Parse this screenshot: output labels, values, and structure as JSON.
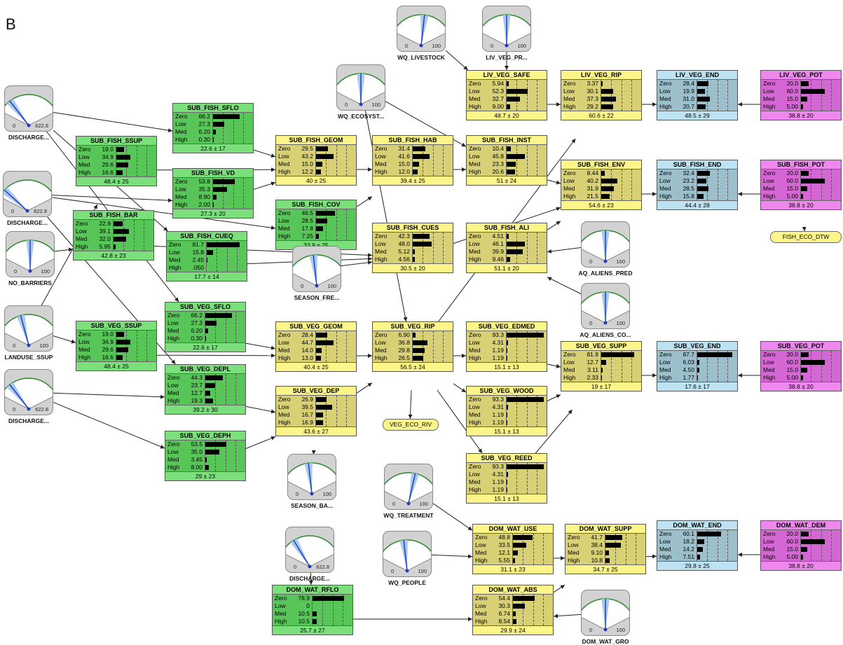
{
  "panel_letter": "B",
  "nodes": [
    {
      "id": "SUB_FISH_SSUP",
      "title": "SUB_FISH_SSUP",
      "color": "green",
      "states": [
        "Zero",
        "Low",
        "Med",
        "High"
      ],
      "values": [
        "19.0",
        "34.9",
        "29.6",
        "16.6"
      ],
      "footer": "48.4 ± 25"
    },
    {
      "id": "SUB_FISH_SFLO",
      "title": "SUB_FISH_SFLO",
      "color": "green",
      "states": [
        "Zero",
        "Low",
        "Med",
        "High"
      ],
      "values": [
        "66.2",
        "27.3",
        "6.20",
        "0.30"
      ],
      "footer": "22.6 ± 17"
    },
    {
      "id": "SUB_FISH_VD",
      "title": "SUB_FISH_VD",
      "color": "green",
      "states": [
        "Zero",
        "Low",
        "Med",
        "High"
      ],
      "values": [
        "53.8",
        "35.3",
        "8.90",
        "2.00"
      ],
      "footer": "27.3 ± 20"
    },
    {
      "id": "SUB_FISH_BAR",
      "title": "SUB_FISH_BAR",
      "color": "green",
      "states": [
        "Zero",
        "Low",
        "Med",
        "High"
      ],
      "values": [
        "22.9",
        "39.1",
        "32.0",
        "5.95"
      ],
      "footer": "42.8 ± 23"
    },
    {
      "id": "SUB_FISH_CUEQ",
      "title": "SUB_FISH_CUEQ",
      "color": "green",
      "states": [
        "Zero",
        "Low",
        "Med",
        "High"
      ],
      "values": [
        "81.7",
        "15.8",
        "2.45",
        ".050"
      ],
      "footer": "17.7 ± 14"
    },
    {
      "id": "SUB_FISH_COV",
      "title": "SUB_FISH_COV",
      "color": "green",
      "states": [
        "Zero",
        "Low",
        "Med",
        "High"
      ],
      "values": [
        "46.5",
        "28.5",
        "17.8",
        "7.25"
      ],
      "footer": "33.9 ± 25"
    },
    {
      "id": "SUB_FISH_GEOM",
      "title": "SUB_FISH_GEOM",
      "color": "yellow",
      "states": [
        "Zero",
        "Low",
        "Med",
        "High"
      ],
      "values": [
        "29.5",
        "43.2",
        "15.0",
        "12.2"
      ],
      "footer": "40 ± 25"
    },
    {
      "id": "SUB_FISH_HAB",
      "title": "SUB_FISH_HAB",
      "color": "yellow",
      "states": [
        "Zero",
        "Low",
        "Med",
        "High"
      ],
      "values": [
        "31.4",
        "41.6",
        "15.0",
        "12.0"
      ],
      "footer": "39.4 ± 25"
    },
    {
      "id": "SUB_FISH_INST",
      "title": "SUB_FISH_INST",
      "color": "yellow",
      "states": [
        "Zero",
        "Low",
        "Med",
        "High"
      ],
      "values": [
        "10.4",
        "45.8",
        "23.3",
        "20.6"
      ],
      "footer": "51 ± 24"
    },
    {
      "id": "SUB_FISH_CUES",
      "title": "SUB_FISH_CUES",
      "color": "yellow",
      "states": [
        "Zero",
        "Low",
        "Med",
        "High"
      ],
      "values": [
        "42.3",
        "48.0",
        "5.12",
        "4.56"
      ],
      "footer": "30.5 ± 20"
    },
    {
      "id": "SUB_FISH_ALI",
      "title": "SUB_FISH_ALI",
      "color": "yellow",
      "states": [
        "Zero",
        "Low",
        "Med",
        "High"
      ],
      "values": [
        "4.51",
        "46.1",
        "39.9",
        "9.46"
      ],
      "footer": "51.1 ± 20"
    },
    {
      "id": "LIV_VEG_SAFE",
      "title": "LIV_VEG_SAFE",
      "color": "yellow",
      "states": [
        "Zero",
        "Low",
        "Med",
        "High"
      ],
      "values": [
        "5.94",
        "52.3",
        "32.7",
        "9.00"
      ],
      "footer": "48.7 ± 20"
    },
    {
      "id": "LIV_VEG_RIP",
      "title": "LIV_VEG_RIP",
      "color": "yellow",
      "states": [
        "Zero",
        "Low",
        "Med",
        "High"
      ],
      "values": [
        "3.37",
        "30.1",
        "37.3",
        "29.2"
      ],
      "footer": "60.6 ± 22"
    },
    {
      "id": "LIV_VEG_END",
      "title": "LIV_VEG_END",
      "color": "blue",
      "states": [
        "Zero",
        "Low",
        "Med",
        "High"
      ],
      "values": [
        "28.4",
        "19.9",
        "31.0",
        "20.7"
      ],
      "footer": "48.5 ± 29"
    },
    {
      "id": "LIV_VEG_POT",
      "title": "LIV_VEG_POT",
      "color": "pink",
      "states": [
        "Zero",
        "Low",
        "Med",
        "High"
      ],
      "values": [
        "20.0",
        "60.0",
        "15.0",
        "5.00"
      ],
      "footer": "38.8 ± 20"
    },
    {
      "id": "SUB_FISH_ENV",
      "title": "SUB_FISH_ENV",
      "color": "yellow",
      "states": [
        "Zero",
        "Low",
        "Med",
        "High"
      ],
      "values": [
        "8.44",
        "40.2",
        "31.9",
        "21.5"
      ],
      "footer": "54.6 ± 23"
    },
    {
      "id": "SUB_FISH_END",
      "title": "SUB_FISH_END",
      "color": "blue",
      "states": [
        "Zero",
        "Low",
        "Med",
        "High"
      ],
      "values": [
        "32.4",
        "23.2",
        "28.5",
        "15.8"
      ],
      "footer": "44.4 ± 28"
    },
    {
      "id": "SUB_FISH_POT",
      "title": "SUB_FISH_POT",
      "color": "pink",
      "states": [
        "Zero",
        "Low",
        "Med",
        "High"
      ],
      "values": [
        "20.0",
        "60.0",
        "15.0",
        "5.00"
      ],
      "footer": "38.8 ± 20"
    },
    {
      "id": "SUB_VEG_SSUP",
      "title": "SUB_VEG_SSUP",
      "color": "green",
      "states": [
        "Zero",
        "Low",
        "Med",
        "High"
      ],
      "values": [
        "19.0",
        "34.9",
        "29.6",
        "16.6"
      ],
      "footer": "48.4 ± 25"
    },
    {
      "id": "SUB_VEG_SFLO",
      "title": "SUB_VEG_SFLO",
      "color": "green",
      "states": [
        "Zero",
        "Low",
        "Med",
        "High"
      ],
      "values": [
        "66.2",
        "27.3",
        "6.20",
        "0.30"
      ],
      "footer": "22.6 ± 17"
    },
    {
      "id": "SUB_VEG_DEPL",
      "title": "SUB_VEG_DEPL",
      "color": "green",
      "states": [
        "Zero",
        "Low",
        "Med",
        "High"
      ],
      "values": [
        "44.3",
        "23.7",
        "12.7",
        "19.3"
      ],
      "footer": "39.2 ± 30"
    },
    {
      "id": "SUB_VEG_DEPH",
      "title": "SUB_VEG_DEPH",
      "color": "green",
      "states": [
        "Zero",
        "Low",
        "Med",
        "High"
      ],
      "values": [
        "53.5",
        "35.0",
        "3.45",
        "8.00"
      ],
      "footer": "29 ± 23"
    },
    {
      "id": "SUB_VEG_GEOM",
      "title": "SUB_VEG_GEOM",
      "color": "yellow",
      "states": [
        "Zero",
        "Low",
        "Med",
        "High"
      ],
      "values": [
        "28.4",
        "44.7",
        "14.0",
        "13.0"
      ],
      "footer": "40.4 ± 25"
    },
    {
      "id": "SUB_VEG_DEP",
      "title": "SUB_VEG_DEP",
      "color": "yellow",
      "states": [
        "Zero",
        "Low",
        "Med",
        "High"
      ],
      "values": [
        "26.9",
        "39.5",
        "16.7",
        "16.9"
      ],
      "footer": "43.6 ± 27"
    },
    {
      "id": "SUB_VEG_RIP",
      "title": "SUB_VEG_RIP",
      "color": "yellow",
      "states": [
        "Zero",
        "Low",
        "Med",
        "High"
      ],
      "values": [
        "6.90",
        "36.8",
        "29.8",
        "26.5"
      ],
      "footer": "56.5 ± 24"
    },
    {
      "id": "SUB_VEG_EDMED",
      "title": "SUB_VEG_EDMED",
      "color": "yellow",
      "states": [
        "Zero",
        "Low",
        "Med",
        "High"
      ],
      "values": [
        "93.3",
        "4.31",
        "1.19",
        "1.19"
      ],
      "footer": "15.1 ± 13"
    },
    {
      "id": "SUB_VEG_WOOD",
      "title": "SUB_VEG_WOOD",
      "color": "yellow",
      "states": [
        "Zero",
        "Low",
        "Med",
        "High"
      ],
      "values": [
        "93.3",
        "4.31",
        "1.19",
        "1.19"
      ],
      "footer": "15.1 ± 13"
    },
    {
      "id": "SUB_VEG_REED",
      "title": "SUB_VEG_REED",
      "color": "yellow",
      "states": [
        "Zero",
        "Low",
        "Med",
        "High"
      ],
      "values": [
        "93.3",
        "4.31",
        "1.19",
        "1.19"
      ],
      "footer": "15.1 ± 13"
    },
    {
      "id": "SUB_VEG_SUPP",
      "title": "SUB_VEG_SUPP",
      "color": "yellow",
      "states": [
        "Zero",
        "Low",
        "Med",
        "High"
      ],
      "values": [
        "81.9",
        "12.7",
        "3.11",
        "2.33"
      ],
      "footer": "19 ± 17"
    },
    {
      "id": "SUB_VEG_END",
      "title": "SUB_VEG_END",
      "color": "blue",
      "states": [
        "Zero",
        "Low",
        "Med",
        "High"
      ],
      "values": [
        "87.7",
        "6.03",
        "4.50",
        "1.77"
      ],
      "footer": "17.6 ± 17"
    },
    {
      "id": "SUB_VEG_POT",
      "title": "SUB_VEG_POT",
      "color": "pink",
      "states": [
        "Zero",
        "Low",
        "Med",
        "High"
      ],
      "values": [
        "20.0",
        "60.0",
        "15.0",
        "5.00"
      ],
      "footer": "38.8 ± 20"
    },
    {
      "id": "DOM_WAT_USE",
      "title": "DOM_WAT_USE",
      "color": "yellow",
      "states": [
        "Zero",
        "Low",
        "Med",
        "High"
      ],
      "values": [
        "48.8",
        "33.5",
        "12.1",
        "5.55"
      ],
      "footer": "31.1 ± 23"
    },
    {
      "id": "DOM_WAT_SUPP",
      "title": "DOM_WAT_SUPP",
      "color": "yellow",
      "states": [
        "Zero",
        "Low",
        "Med",
        "High"
      ],
      "values": [
        "41.7",
        "38.4",
        "9.10",
        "10.8"
      ],
      "footer": "34.7 ± 25"
    },
    {
      "id": "DOM_WAT_END",
      "title": "DOM_WAT_END",
      "color": "blue",
      "states": [
        "Zero",
        "Low",
        "Med",
        "High"
      ],
      "values": [
        "60.1",
        "18.2",
        "14.2",
        "7.51"
      ],
      "footer": "29.8 ± 25"
    },
    {
      "id": "DOM_WAT_DEM",
      "title": "DOM_WAT_DEM",
      "color": "pink",
      "states": [
        "Zero",
        "Low",
        "Med",
        "High"
      ],
      "values": [
        "20.0",
        "60.0",
        "15.0",
        "5.00"
      ],
      "footer": "38.8 ± 20"
    },
    {
      "id": "DOM_WAT_RFLO",
      "title": "DOM_WAT_RFLO",
      "color": "green",
      "states": [
        "Zero",
        "Low",
        "Med",
        "High"
      ],
      "values": [
        "78.9",
        "0",
        "10.5",
        "10.5"
      ],
      "footer": "25.7 ± 27"
    },
    {
      "id": "DOM_WAT_ABS",
      "title": "DOM_WAT_ABS",
      "color": "yellow",
      "states": [
        "Zero",
        "Low",
        "Med",
        "High"
      ],
      "values": [
        "54.4",
        "30.3",
        "6.74",
        "8.54"
      ],
      "footer": "29.9 ± 24"
    }
  ],
  "gauges": [
    {
      "id": "G_DIS1",
      "label": "DISCHARGE...",
      "min": "0",
      "max": "622.8",
      "level": 0.2
    },
    {
      "id": "G_DIS2",
      "label": "DISCHARGE...",
      "min": "0",
      "max": "622.8",
      "level": 0.12
    },
    {
      "id": "G_NOBAR",
      "label": "NO_BARRIERS",
      "min": "0",
      "max": "100",
      "level": 0.5
    },
    {
      "id": "G_LAND",
      "label": "LANDUSE_SSUP",
      "min": "0",
      "max": "100",
      "level": 0.38
    },
    {
      "id": "G_DIS3",
      "label": "DISCHARGE...",
      "min": "0",
      "max": "622.8",
      "level": 0.2
    },
    {
      "id": "G_WQLIV",
      "label": "WQ_LIVESTOCK",
      "min": "0",
      "max": "100",
      "level": 0.55
    },
    {
      "id": "G_LIVPR",
      "label": "LIV_VEG_PR...",
      "min": "0",
      "max": "100",
      "level": 0.5
    },
    {
      "id": "G_WQECO",
      "label": "WQ_ECOSYST...",
      "min": "0",
      "max": "100",
      "level": 0.5
    },
    {
      "id": "G_SEASFR",
      "label": "SEASON_FRE...",
      "min": "0",
      "max": "100",
      "level": 0.45
    },
    {
      "id": "G_AQPRED",
      "label": "AQ_ALIENS_PRED",
      "min": "0",
      "max": "100",
      "level": 0.5
    },
    {
      "id": "G_AQCO",
      "label": "AQ_ALIENS_CO...",
      "min": "0",
      "max": "100",
      "level": 0.5
    },
    {
      "id": "G_SEASBA",
      "label": "SEASON_BA...",
      "min": "0",
      "max": "100",
      "level": 0.45
    },
    {
      "id": "G_WQTR",
      "label": "WQ_TREATMENT",
      "min": "0",
      "max": "100",
      "level": 0.6
    },
    {
      "id": "G_WQPEO",
      "label": "WQ_PEOPLE",
      "min": "0",
      "max": "100",
      "level": 0.45
    },
    {
      "id": "G_DIS4",
      "label": "DISCHARGE...",
      "min": "0",
      "max": "622.8",
      "level": 0.25
    },
    {
      "id": "G_DOMGRO",
      "label": "DOM_WAT_GRO",
      "min": "0",
      "max": "100",
      "level": 0.5
    }
  ],
  "ovals": [
    {
      "id": "FISH_ECO_DTW",
      "label": "FISH_ECO_DTW"
    },
    {
      "id": "VEG_ECO_RIV",
      "label": "VEG_ECO_RIV"
    }
  ],
  "edges": [
    [
      "G_DIS1",
      "SUB_FISH_SFLO"
    ],
    [
      "G_DIS1",
      "SUB_VEG_SFLO"
    ],
    [
      "G_DIS1",
      "SUB_FISH_CUEQ"
    ],
    [
      "G_DIS2",
      "SUB_FISH_VD"
    ],
    [
      "G_DIS2",
      "SUB_FISH_COV"
    ],
    [
      "G_DIS2",
      "SUB_VEG_DEPL"
    ],
    [
      "G_NOBAR",
      "SUB_FISH_BAR"
    ],
    [
      "G_LAND",
      "SUB_FISH_SSUP"
    ],
    [
      "G_LAND",
      "SUB_VEG_SSUP"
    ],
    [
      "G_DIS3",
      "SUB_VEG_DEPL"
    ],
    [
      "G_DIS3",
      "SUB_VEG_DEPH"
    ],
    [
      "SUB_FISH_SSUP",
      "SUB_FISH_GEOM"
    ],
    [
      "SUB_FISH_SFLO",
      "SUB_FISH_GEOM"
    ],
    [
      "SUB_FISH_VD",
      "SUB_FISH_GEOM"
    ],
    [
      "SUB_FISH_GEOM",
      "SUB_FISH_HAB"
    ],
    [
      "SUB_FISH_COV",
      "SUB_FISH_HAB"
    ],
    [
      "SUB_FISH_HAB",
      "SUB_FISH_INST"
    ],
    [
      "SUB_FISH_BAR",
      "SUB_FISH_CUES"
    ],
    [
      "SUB_FISH_CUEQ",
      "SUB_FISH_CUES"
    ],
    [
      "G_SEASFR",
      "SUB_FISH_CUES"
    ],
    [
      "SUB_FISH_INST",
      "SUB_FISH_ENV"
    ],
    [
      "SUB_FISH_CUES",
      "SUB_FISH_ENV"
    ],
    [
      "SUB_FISH_ALI",
      "SUB_FISH_ENV"
    ],
    [
      "G_AQPRED",
      "SUB_FISH_ALI"
    ],
    [
      "G_AQCO",
      "SUB_FISH_ALI"
    ],
    [
      "SUB_FISH_ENV",
      "SUB_FISH_END"
    ],
    [
      "SUB_FISH_POT",
      "SUB_FISH_END"
    ],
    [
      "SUB_FISH_POT",
      "FISH_ECO_DTW"
    ],
    [
      "G_WQLIV",
      "LIV_VEG_SAFE"
    ],
    [
      "G_LIVPR",
      "LIV_VEG_SAFE"
    ],
    [
      "LIV_VEG_SAFE",
      "LIV_VEG_RIP"
    ],
    [
      "LIV_VEG_RIP",
      "LIV_VEG_END"
    ],
    [
      "LIV_VEG_POT",
      "LIV_VEG_END"
    ],
    [
      "G_WQECO",
      "SUB_FISH_INST"
    ],
    [
      "G_WQECO",
      "SUB_VEG_RIP"
    ],
    [
      "SUB_VEG_SSUP",
      "SUB_VEG_GEOM"
    ],
    [
      "SUB_VEG_SFLO",
      "SUB_VEG_GEOM"
    ],
    [
      "SUB_VEG_DEPL",
      "SUB_VEG_DEP"
    ],
    [
      "SUB_VEG_DEPH",
      "SUB_VEG_DEP"
    ],
    [
      "G_SEASBA",
      "SUB_VEG_DEP"
    ],
    [
      "SUB_VEG_GEOM",
      "SUB_VEG_RIP"
    ],
    [
      "SUB_VEG_DEP",
      "SUB_VEG_RIP"
    ],
    [
      "SUB_VEG_RIP",
      "VEG_ECO_RIV"
    ],
    [
      "SUB_VEG_RIP",
      "SUB_VEG_EDMED"
    ],
    [
      "SUB_VEG_RIP",
      "SUB_VEG_WOOD"
    ],
    [
      "SUB_VEG_RIP",
      "SUB_VEG_REED"
    ],
    [
      "SUB_VEG_RIP",
      "LIV_VEG_RIP"
    ],
    [
      "SUB_VEG_EDMED",
      "SUB_VEG_SUPP"
    ],
    [
      "SUB_VEG_WOOD",
      "SUB_VEG_SUPP"
    ],
    [
      "SUB_VEG_REED",
      "SUB_VEG_SUPP"
    ],
    [
      "SUB_VEG_SUPP",
      "SUB_VEG_END"
    ],
    [
      "SUB_VEG_POT",
      "SUB_VEG_END"
    ],
    [
      "G_WQTR",
      "DOM_WAT_USE"
    ],
    [
      "G_WQPEO",
      "DOM_WAT_USE"
    ],
    [
      "DOM_WAT_USE",
      "DOM_WAT_SUPP"
    ],
    [
      "DOM_WAT_ABS",
      "DOM_WAT_SUPP"
    ],
    [
      "DOM_WAT_SUPP",
      "DOM_WAT_END"
    ],
    [
      "DOM_WAT_DEM",
      "DOM_WAT_END"
    ],
    [
      "G_DIS4",
      "DOM_WAT_RFLO"
    ],
    [
      "DOM_WAT_RFLO",
      "DOM_WAT_ABS"
    ],
    [
      "G_DOMGRO",
      "DOM_WAT_ABS"
    ]
  ]
}
